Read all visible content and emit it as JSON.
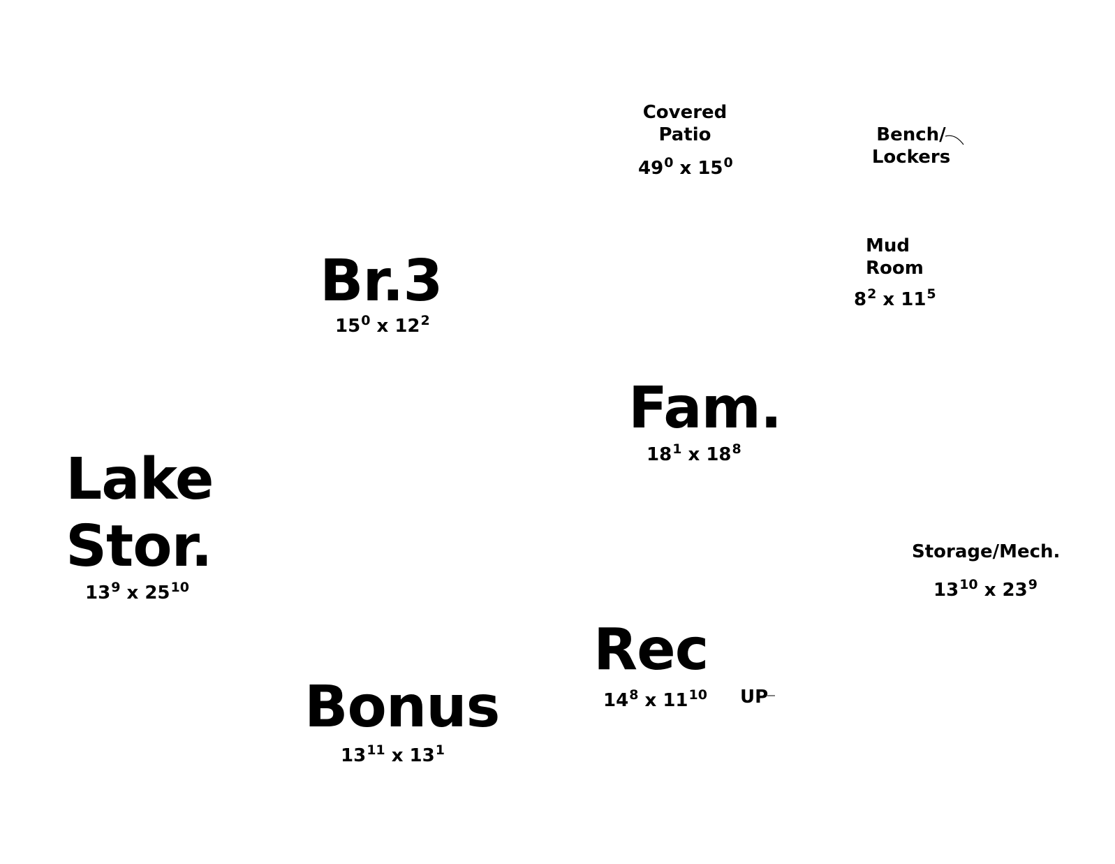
{
  "rooms": {
    "covered_patio": {
      "name_line1": "Covered",
      "name_line2": "Patio",
      "w_ft": "49",
      "w_in": "0",
      "l_ft": "15",
      "l_in": "0"
    },
    "bench_lockers": {
      "name_line1": "Bench/",
      "name_line2": "Lockers"
    },
    "mud_room": {
      "name_line1": "Mud",
      "name_line2": "Room",
      "w_ft": "8",
      "w_in": "2",
      "l_ft": "11",
      "l_in": "5"
    },
    "br3": {
      "name": "Br.3",
      "w_ft": "15",
      "w_in": "0",
      "l_ft": "12",
      "l_in": "2"
    },
    "fam": {
      "name": "Fam.",
      "w_ft": "18",
      "w_in": "1",
      "l_ft": "18",
      "l_in": "8"
    },
    "lake_stor": {
      "name_line1": "Lake",
      "name_line2": "Stor.",
      "w_ft": "13",
      "w_in": "9",
      "l_ft": "25",
      "l_in": "10"
    },
    "storage_mech": {
      "name": "Storage/Mech.",
      "w_ft": "13",
      "w_in": "10",
      "l_ft": "23",
      "l_in": "9"
    },
    "rec": {
      "name": "Rec",
      "w_ft": "14",
      "w_in": "8",
      "l_ft": "11",
      "l_in": "10"
    },
    "bonus": {
      "name": "Bonus",
      "w_ft": "13",
      "w_in": "11",
      "l_ft": "13",
      "l_in": "1"
    }
  },
  "stair": {
    "label": "UP"
  },
  "dim_separator": "x"
}
